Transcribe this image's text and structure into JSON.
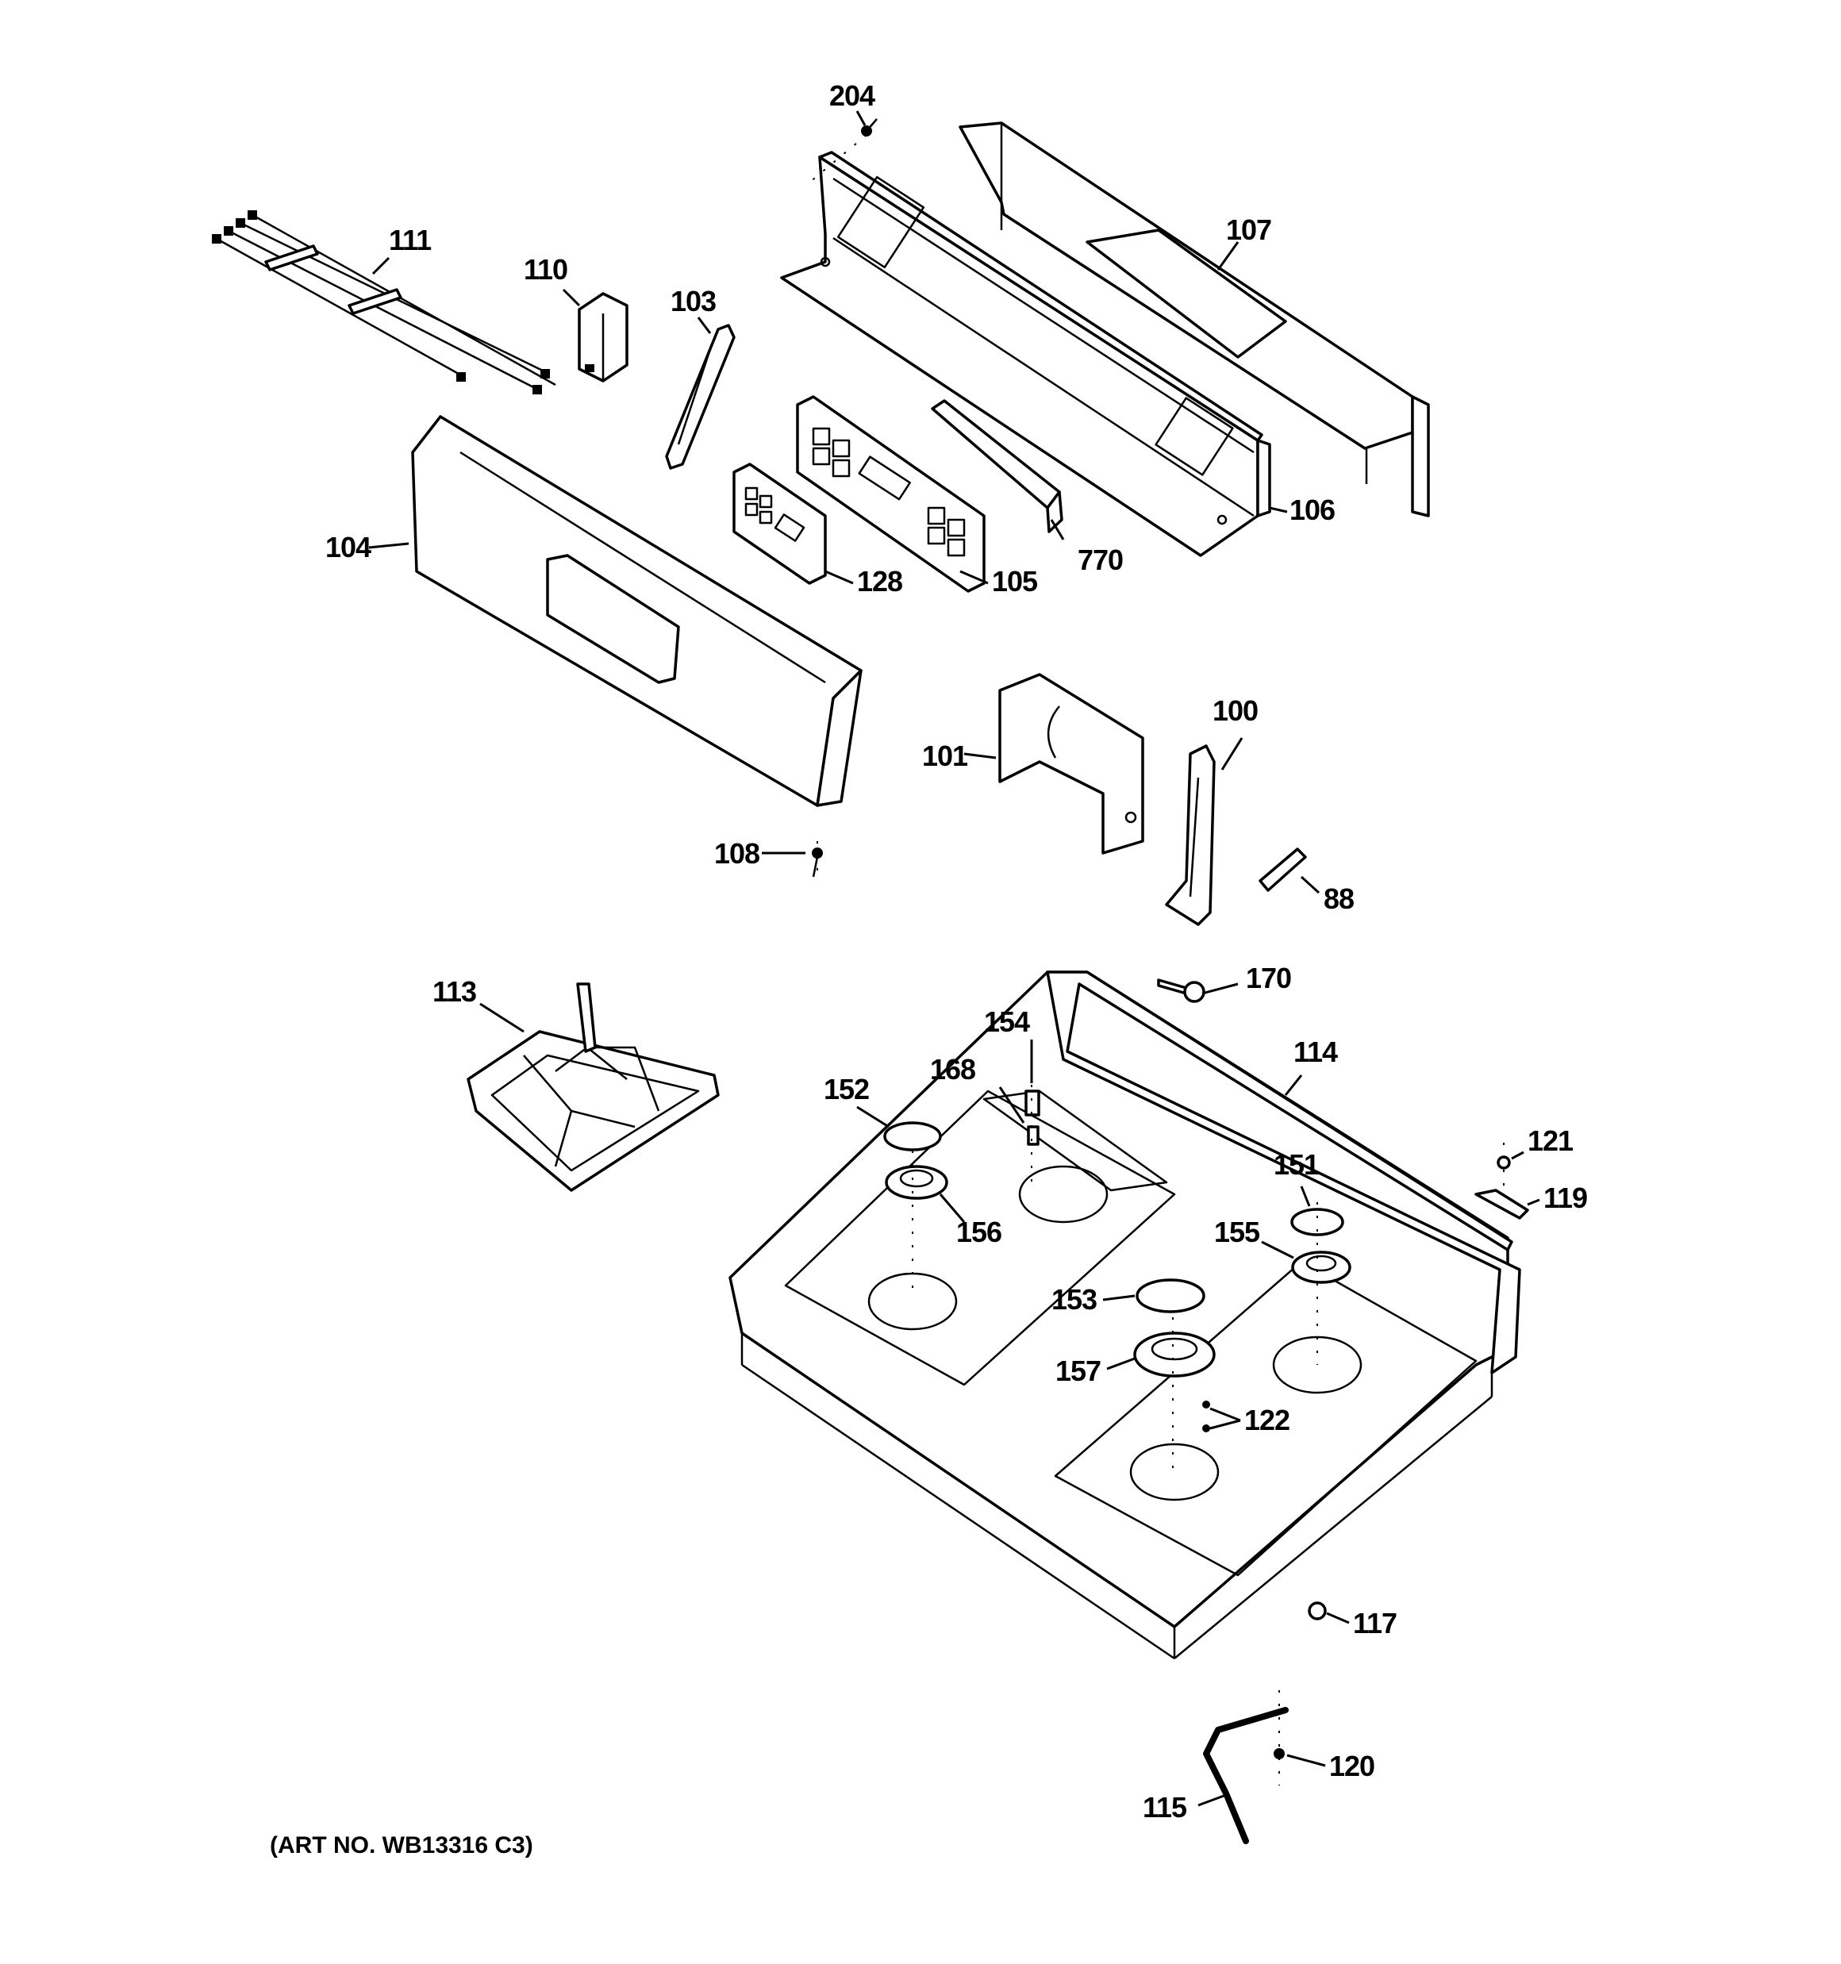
{
  "art_number": "(ART NO. WB13316 C3)",
  "callouts": [
    {
      "id": "c204",
      "text": "204"
    },
    {
      "id": "c107",
      "text": "107"
    },
    {
      "id": "c111",
      "text": "111"
    },
    {
      "id": "c110",
      "text": "110"
    },
    {
      "id": "c103",
      "text": "103"
    },
    {
      "id": "c104",
      "text": "104"
    },
    {
      "id": "c128",
      "text": "128"
    },
    {
      "id": "c105",
      "text": "105"
    },
    {
      "id": "c770",
      "text": "770"
    },
    {
      "id": "c106",
      "text": "106"
    },
    {
      "id": "c100",
      "text": "100"
    },
    {
      "id": "c101",
      "text": "101"
    },
    {
      "id": "c108",
      "text": "108"
    },
    {
      "id": "c88",
      "text": "88"
    },
    {
      "id": "c170",
      "text": "170"
    },
    {
      "id": "c113",
      "text": "113"
    },
    {
      "id": "c154",
      "text": "154"
    },
    {
      "id": "c114",
      "text": "114"
    },
    {
      "id": "c168",
      "text": "168"
    },
    {
      "id": "c152",
      "text": "152"
    },
    {
      "id": "c121",
      "text": "121"
    },
    {
      "id": "c151",
      "text": "151"
    },
    {
      "id": "c119",
      "text": "119"
    },
    {
      "id": "c156",
      "text": "156"
    },
    {
      "id": "c155",
      "text": "155"
    },
    {
      "id": "c153",
      "text": "153"
    },
    {
      "id": "c157",
      "text": "157"
    },
    {
      "id": "c122",
      "text": "122"
    },
    {
      "id": "c117",
      "text": "117"
    },
    {
      "id": "c120",
      "text": "120"
    },
    {
      "id": "c115",
      "text": "115"
    }
  ]
}
